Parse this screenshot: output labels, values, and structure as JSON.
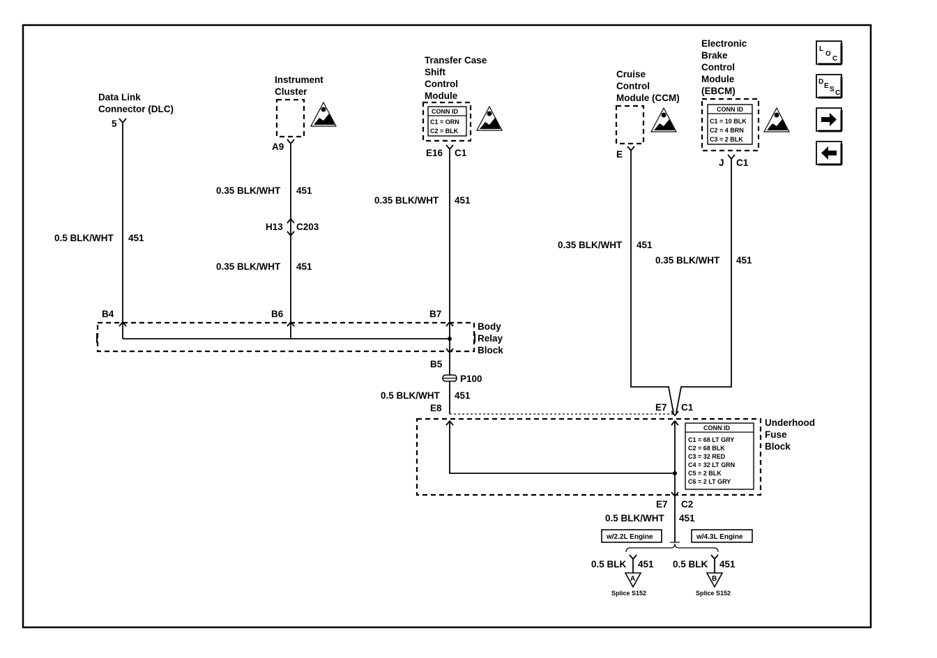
{
  "components": {
    "dlc": {
      "name_line1": "Data Link",
      "name_line2": "Connector (DLC)",
      "pin": "5"
    },
    "cluster": {
      "name_line1": "Instrument",
      "name_line2": "Cluster",
      "pin": "A9"
    },
    "tcsm": {
      "name_line1": "Transfer Case",
      "name_line2": "Shift",
      "name_line3": "Control",
      "name_line4": "Module",
      "conn_title": "CONN ID",
      "conn_c1": "C1 = ORN",
      "conn_c2": "C2 = BLK",
      "pin": "E16",
      "conn": "C1"
    },
    "ccm": {
      "name_line1": "Cruise",
      "name_line2": "Control",
      "name_line3": "Module (CCM)",
      "pin": "E"
    },
    "ebcm": {
      "name_line1": "Electronic",
      "name_line2": "Brake",
      "name_line3": "Control",
      "name_line4": "Module",
      "name_line5": "(EBCM)",
      "conn_title": "CONN ID",
      "conn_c1": "C1 = 10 BLK",
      "conn_c2": "C2 = 4 BRN",
      "conn_c3": "C3 = 2 BLK",
      "pin": "J",
      "conn": "C1"
    },
    "body_relay": {
      "name_line1": "Body",
      "name_line2": "Relay",
      "name_line3": "Block",
      "pin_b4": "B4",
      "pin_b6": "B6",
      "pin_b7": "B7",
      "pin_b5": "B5"
    },
    "underhood": {
      "name_line1": "Underhood",
      "name_line2": "Fuse",
      "name_line3": "Block",
      "conn_title": "CONN ID",
      "conn_c1": "C1 = 68 LT GRY",
      "conn_c2": "C2 = 68 BLK",
      "conn_c3": "C3 = 32 RED",
      "conn_c4": "C4 = 32 LT GRN",
      "conn_c5": "C5 = 2 BLK",
      "conn_c6": "C6 = 2 LT GRY",
      "pin_e8": "E8",
      "pin_e7_top": "E7",
      "conn_top": "C1",
      "pin_e7_bot": "E7",
      "conn_bot": "C2"
    }
  },
  "wires": {
    "dlc": {
      "gauge": "0.5 BLK/WHT",
      "circuit": "451"
    },
    "cluster_upper": {
      "gauge": "0.35 BLK/WHT",
      "circuit": "451"
    },
    "cluster_lower": {
      "gauge": "0.35 BLK/WHT",
      "circuit": "451"
    },
    "tcsm": {
      "gauge": "0.35 BLK/WHT",
      "circuit": "451"
    },
    "ccm": {
      "gauge": "0.35 BLK/WHT",
      "circuit": "451"
    },
    "ebcm": {
      "gauge": "0.35 BLK/WHT",
      "circuit": "451"
    },
    "p100": {
      "gauge": "0.5 BLK/WHT",
      "circuit": "451"
    },
    "underhood_out": {
      "gauge": "0.5 BLK/WHT",
      "circuit": "451"
    },
    "splice_a": {
      "gauge": "0.5 BLK",
      "circuit": "451"
    },
    "splice_b": {
      "gauge": "0.5 BLK",
      "circuit": "451"
    }
  },
  "connectors": {
    "inline_h13": "H13",
    "inline_c203": "C203",
    "passthru": "P100"
  },
  "engine_options": {
    "left": "w/2.2L Engine",
    "right": "w/4.3L Engine"
  },
  "splices": {
    "a": {
      "letter": "A",
      "label": "Splice S152"
    },
    "b": {
      "letter": "B",
      "label": "Splice S152"
    }
  },
  "nav": {
    "loc": {
      "l1": "L",
      "l2": "O",
      "l3": "C"
    },
    "desc": {
      "l1": "D",
      "l2": "E",
      "l3": "S",
      "l4": "C"
    }
  }
}
